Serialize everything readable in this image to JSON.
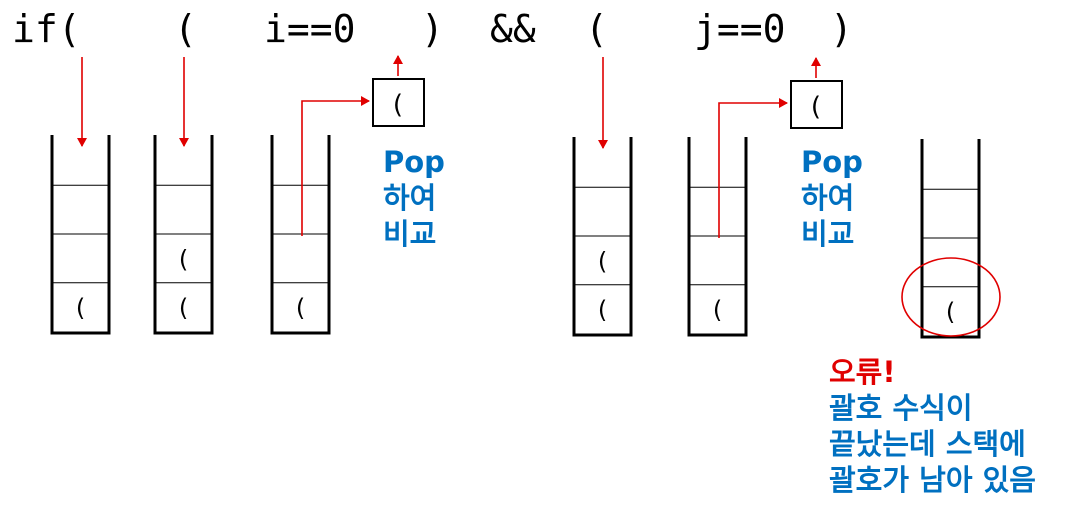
{
  "expression": {
    "tokens": [
      "if(",
      "(",
      "i==0",
      ")",
      "&&",
      "(",
      "j==0",
      ")"
    ]
  },
  "stacks": [
    {
      "cells": [
        "(",
        "",
        "",
        ""
      ]
    },
    {
      "cells": [
        "(",
        "(",
        "",
        ""
      ]
    },
    {
      "cells": [
        "(",
        "",
        "",
        ""
      ]
    },
    {
      "cells": [
        "(",
        "(",
        "",
        ""
      ]
    },
    {
      "cells": [
        "(",
        "",
        "",
        ""
      ]
    },
    {
      "cells": [
        "(",
        "",
        "",
        ""
      ]
    }
  ],
  "popped": [
    {
      "char": "("
    },
    {
      "char": "("
    }
  ],
  "notes": {
    "pop_compare_1": [
      "Pop",
      "하여",
      "비교"
    ],
    "pop_compare_2": [
      "Pop",
      "하여",
      "비교"
    ],
    "error_title": "오류!",
    "error_lines": [
      "괄호 수식이",
      "끝났는데 스택에",
      "괄호가 남아 있음"
    ]
  },
  "colors": {
    "arrow": "#e00000",
    "note_blue": "#0070c0",
    "error_red": "#e00000",
    "stroke": "#000000"
  }
}
